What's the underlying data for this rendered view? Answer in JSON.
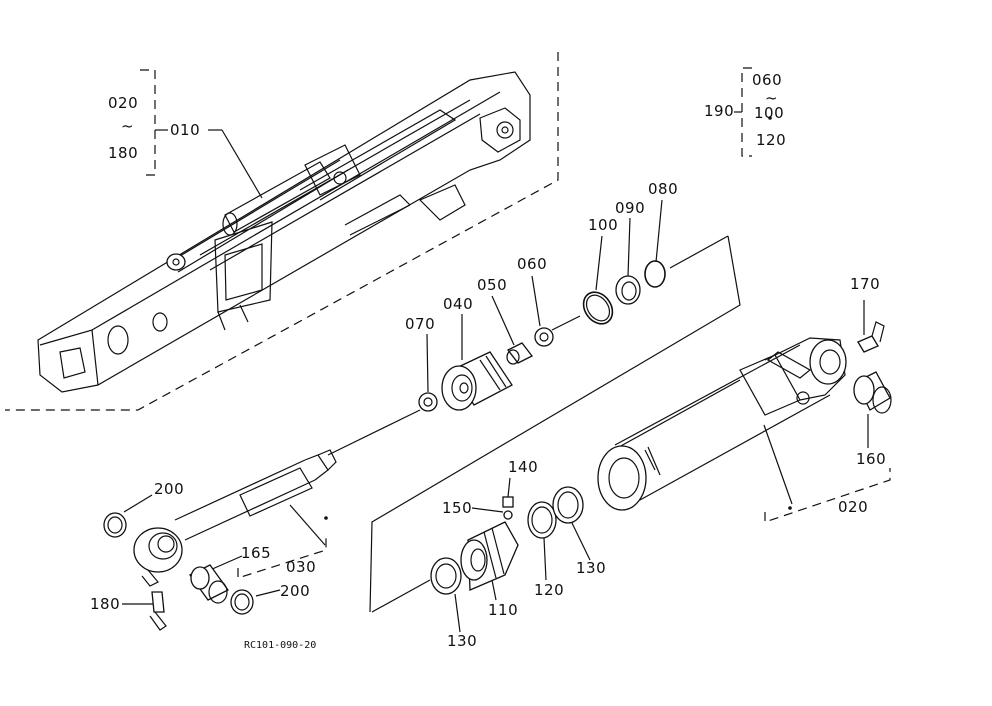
{
  "labels": {
    "p010": "010",
    "p020_range_top": "020",
    "p020_range_tilde": "~",
    "p020_range_bottom": "180",
    "p190": "190",
    "p190_top": "060",
    "p190_tilde": "~",
    "p190_mid": "100",
    "p190_bottom": "120",
    "p080": "080",
    "p090": "090",
    "p100": "100",
    "p060": "060",
    "p050": "050",
    "p040": "040",
    "p070": "070",
    "p170": "170",
    "p160": "160",
    "p020": "020",
    "p140": "140",
    "p150": "150",
    "p130a": "130",
    "p120": "120",
    "p130b": "130",
    "p110": "110",
    "p200a": "200",
    "p165": "165",
    "p030": "030",
    "p200b": "200",
    "p180": "180"
  },
  "reference_code": "RC101-090-20"
}
